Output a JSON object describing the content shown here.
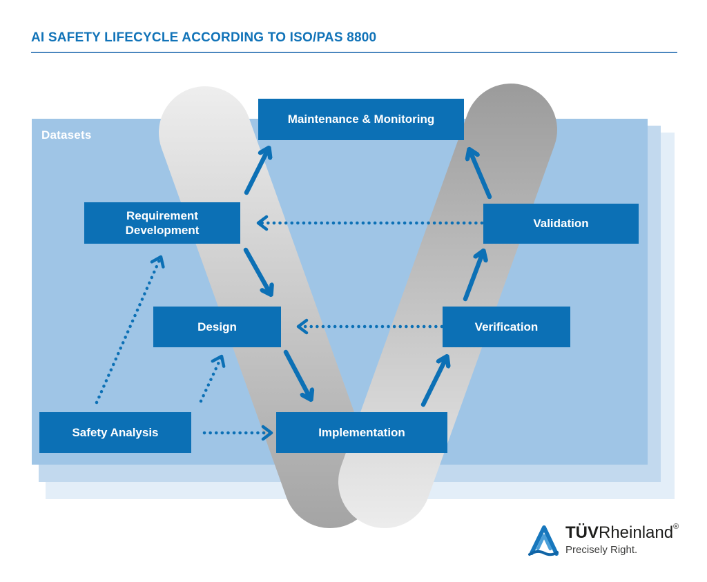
{
  "header": {
    "title": "AI SAFETY LIFECYCLE ACCORDING TO ISO/PAS 8800"
  },
  "diagram": {
    "datasets_label": "Datasets",
    "boxes": [
      {
        "id": "maintenance-monitoring",
        "label": "Maintenance & Monitoring"
      },
      {
        "id": "requirement-development",
        "label": "Requirement Development"
      },
      {
        "id": "validation",
        "label": "Validation"
      },
      {
        "id": "design",
        "label": "Design"
      },
      {
        "id": "verification",
        "label": "Verification"
      },
      {
        "id": "safety-analysis",
        "label": "Safety Analysis"
      },
      {
        "id": "implementation",
        "label": "Implementation"
      }
    ],
    "connections": {
      "solid_arrows": [
        {
          "from": "Requirement Development",
          "to": "Maintenance & Monitoring"
        },
        {
          "from": "Validation",
          "to": "Maintenance & Monitoring"
        },
        {
          "from": "Requirement Development",
          "to": "Design"
        },
        {
          "from": "Design",
          "to": "Implementation"
        },
        {
          "from": "Implementation",
          "to": "Verification"
        },
        {
          "from": "Verification",
          "to": "Validation"
        }
      ],
      "dotted_arrows": [
        {
          "from": "Validation",
          "to": "Requirement Development"
        },
        {
          "from": "Verification",
          "to": "Design"
        },
        {
          "from": "Safety Analysis",
          "to": "Implementation"
        },
        {
          "from": "Safety Analysis",
          "to": "Requirement Development"
        },
        {
          "from": "Safety Analysis",
          "to": "Design"
        }
      ]
    }
  },
  "footer": {
    "brand_bold": "TÜV",
    "brand_regular": "Rheinland",
    "registered_mark": "®",
    "tagline": "Precisely Right."
  },
  "colors": {
    "accent": "#0c70b5",
    "title": "#1173b8",
    "rule": "#4a86be",
    "panel1": "#9fc5e6",
    "panel2": "#c2d9ee",
    "panel3": "#e3eef8",
    "arm_light": "#ededed",
    "arm_dark": "#a2a2a2",
    "box_text": "#ffffff",
    "brand_text": "#1d1d1b"
  }
}
